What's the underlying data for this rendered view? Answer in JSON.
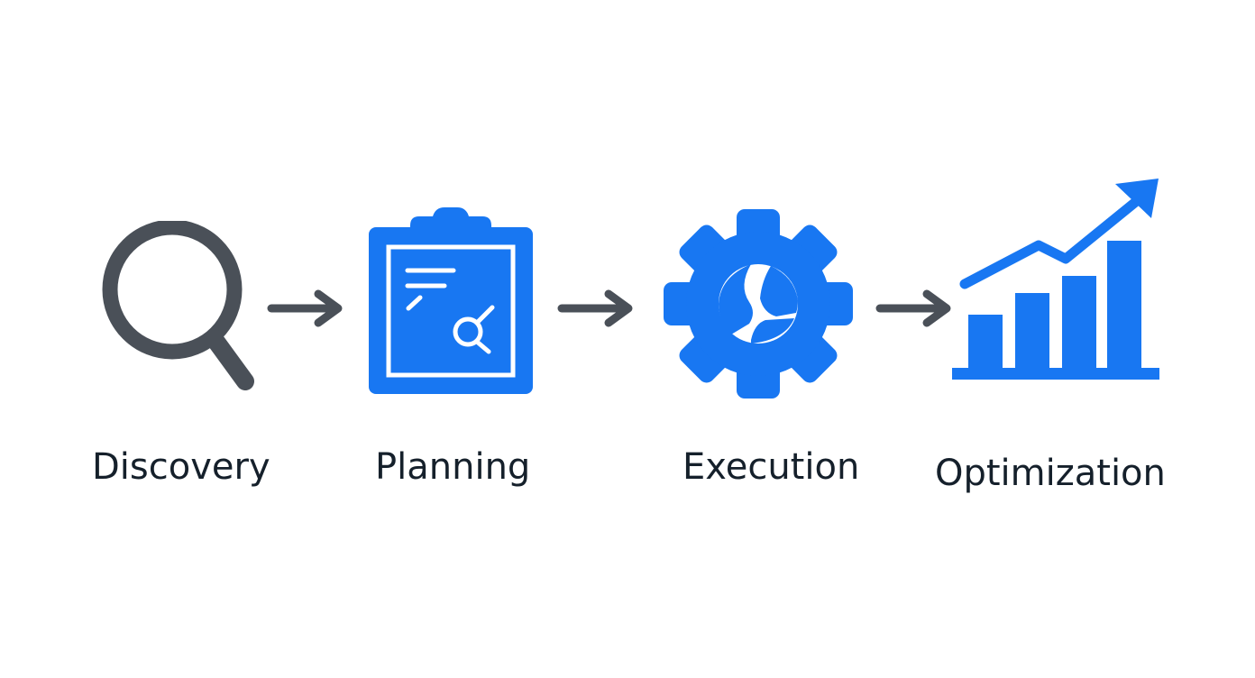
{
  "diagram": {
    "type": "process-flow",
    "colors": {
      "accent": "#1877F2",
      "dark": "#4A5058",
      "text": "#15202B",
      "background": "#FFFFFF"
    },
    "steps": [
      {
        "label": "Discovery",
        "icon": "magnifier-icon"
      },
      {
        "label": "Planning",
        "icon": "clipboard-search-icon"
      },
      {
        "label": "Execution",
        "icon": "gear-icon"
      },
      {
        "label": "Optimization",
        "icon": "growth-chart-icon"
      }
    ],
    "connectors": [
      {
        "from": "Discovery",
        "to": "Planning",
        "icon": "arrow-right-icon"
      },
      {
        "from": "Planning",
        "to": "Execution",
        "icon": "arrow-right-icon"
      },
      {
        "from": "Execution",
        "to": "Optimization",
        "icon": "arrow-right-icon"
      }
    ]
  }
}
